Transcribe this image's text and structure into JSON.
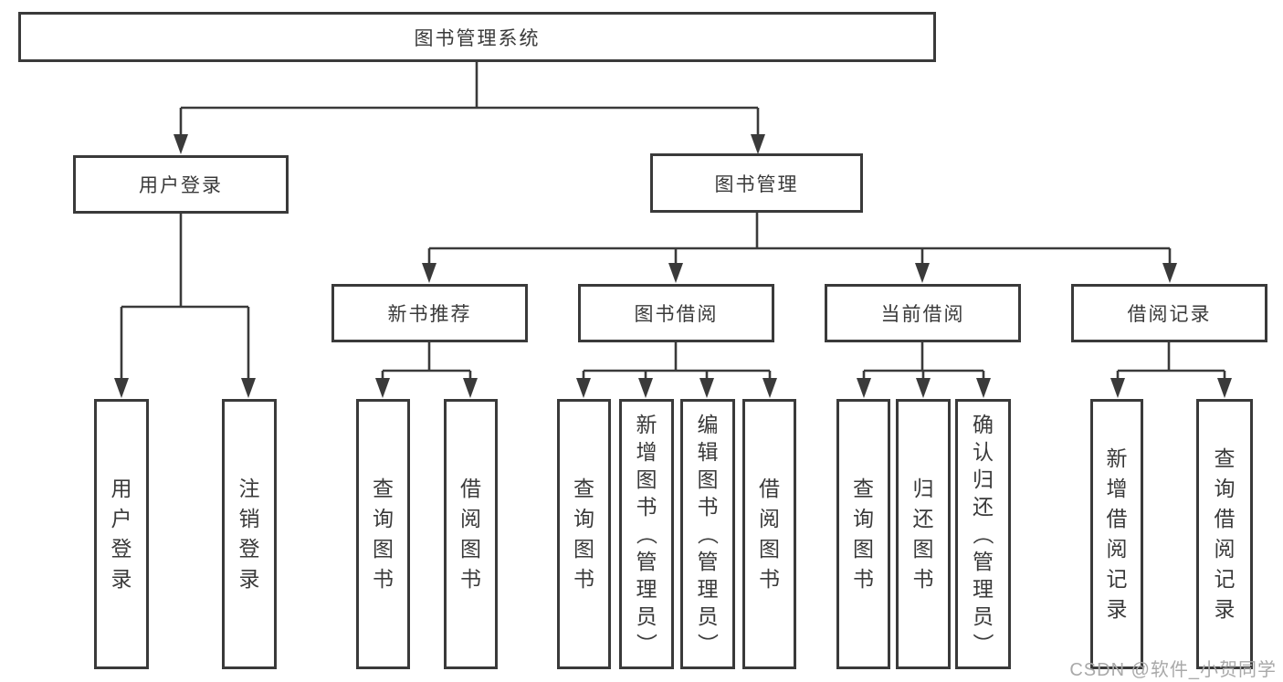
{
  "diagram": {
    "nodes": [
      {
        "id": "root",
        "label": "图书管理系统"
      },
      {
        "id": "user-login",
        "label": "用户登录"
      },
      {
        "id": "book-management",
        "label": "图书管理"
      },
      {
        "id": "new-book-recommend",
        "label": "新书推荐"
      },
      {
        "id": "book-borrowing",
        "label": "图书借阅"
      },
      {
        "id": "current-borrowing",
        "label": "当前借阅"
      },
      {
        "id": "borrowing-records",
        "label": "借阅记录"
      },
      {
        "id": "leaf-user-login",
        "label": "用户登录"
      },
      {
        "id": "leaf-logout",
        "label": "注销登录"
      },
      {
        "id": "leaf-rec-query-books",
        "label": "查询图书"
      },
      {
        "id": "leaf-rec-borrow-books",
        "label": "借阅图书"
      },
      {
        "id": "leaf-bb-query-books",
        "label": "查询图书"
      },
      {
        "id": "leaf-bb-add-books",
        "label": "新增图书（管理员）"
      },
      {
        "id": "leaf-bb-edit-books",
        "label": "编辑图书（管理员）"
      },
      {
        "id": "leaf-bb-borrow-books",
        "label": "借阅图书"
      },
      {
        "id": "leaf-cb-query-books",
        "label": "查询图书"
      },
      {
        "id": "leaf-cb-return-books",
        "label": "归还图书"
      },
      {
        "id": "leaf-cb-confirm-return",
        "label": "确认归还（管理员）"
      },
      {
        "id": "leaf-br-add-record",
        "label": "新增借阅记录"
      },
      {
        "id": "leaf-br-query-record",
        "label": "查询借阅记录"
      }
    ]
  },
  "watermark": {
    "text": "CSDN @软件_小贺同学",
    "color": "#a9a9a9"
  },
  "colors": {
    "line": "#3a3a3a",
    "text": "#3a3a3a",
    "box_fill": "#ffffff",
    "background": "#ffffff"
  }
}
